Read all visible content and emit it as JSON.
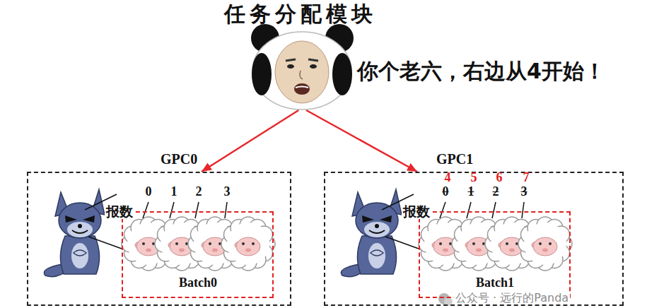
{
  "diagram": {
    "nodes": [
      {
        "text": [
          "任务分配模块"
        ]
      },
      {
        "text": [
          "GPC0"
        ]
      },
      {
        "text": [
          "Batch0"
        ],
        "in": 1
      },
      {
        "text": [
          "GPC1"
        ]
      },
      {
        "text": [
          "Batch1"
        ],
        "in": 3
      }
    ],
    "edges": [
      {
        "from": 0,
        "to": 1,
        "arrow": "to"
      },
      {
        "from": 0,
        "to": 3,
        "arrow": "to"
      }
    ],
    "labels": [
      "你个老六，右边从4开始！",
      "报数",
      "0",
      "1",
      "2",
      "3",
      "报数",
      "4",
      "5",
      "6",
      "7",
      "0",
      "1",
      "2",
      "3",
      "公众号 · 远行的Panda"
    ]
  }
}
